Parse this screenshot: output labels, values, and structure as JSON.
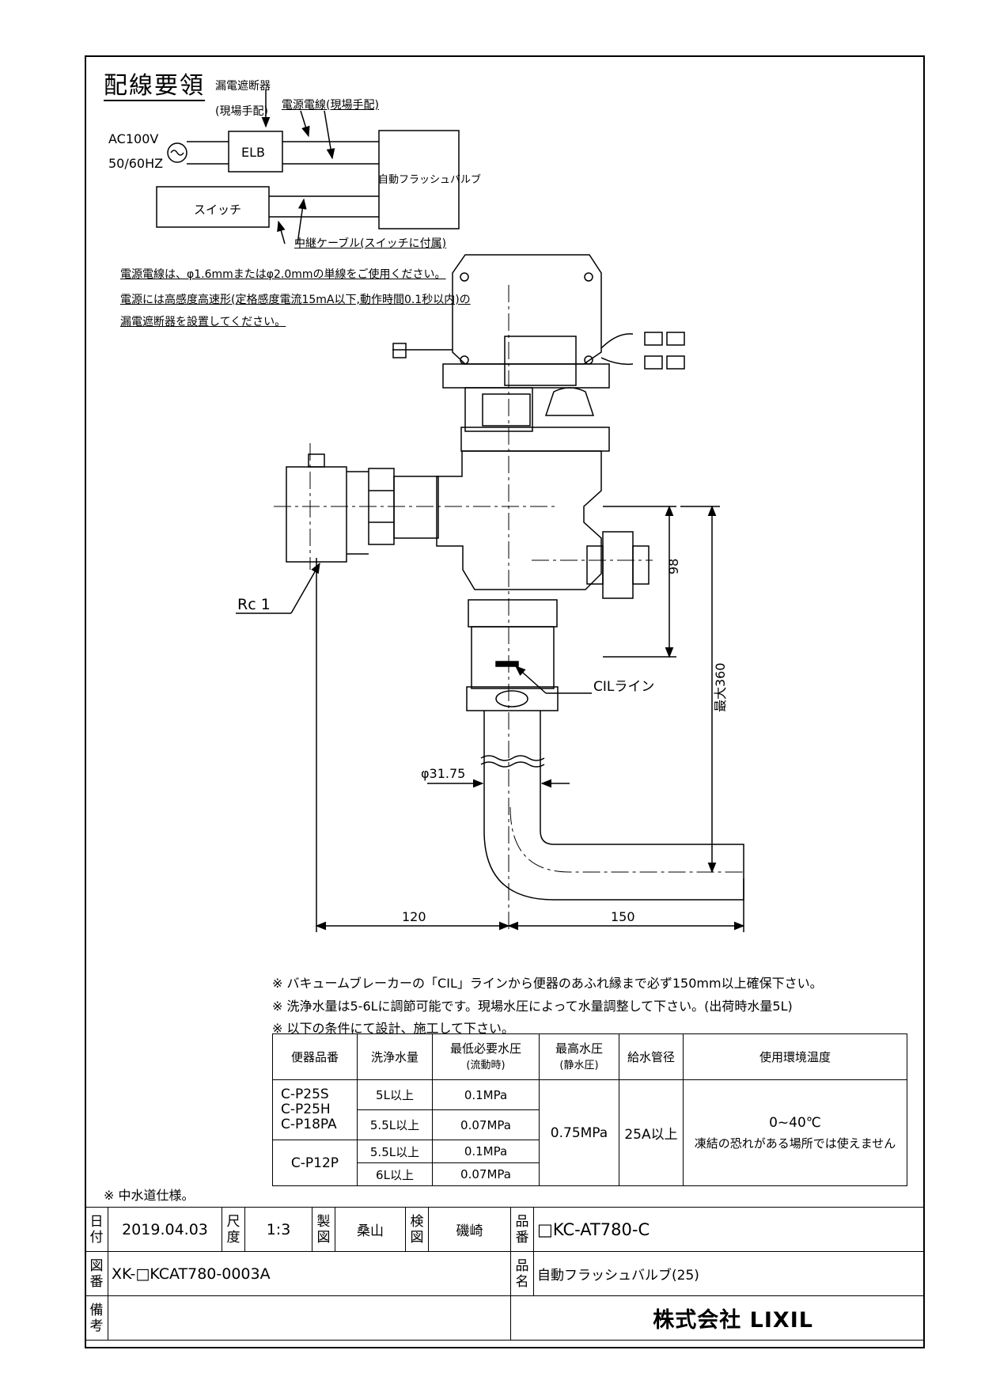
{
  "wiring": {
    "title": "配線要領",
    "elb_label_1": "漏電遮断器",
    "elb_label_2": "(現場手配)",
    "power_wire": "電源電線(現場手配)",
    "ac": "AC100V",
    "hz": "50/60HZ",
    "elb": "ELB",
    "valve": "自動フラッシュバルブ",
    "switch": "スイッチ",
    "relay_cable": "中継ケーブル(スイッチに付属)",
    "note1": "電源電線は、φ1.6mmまたはφ2.0mmの単線をご使用ください。",
    "note2": "電源には高感度高速形(定格感度電流15mA以下,動作時間0.1秒以内)の",
    "note3": "漏電遮断器を設置してください。"
  },
  "dims": {
    "rc": "Rc 1",
    "d98": "98",
    "max360": "最大360",
    "cil": "CILライン",
    "dia": "φ31.75",
    "d120": "120",
    "d150": "150"
  },
  "notes": [
    "※ バキュームブレーカーの「CIL」ラインから便器のあふれ縁まで必ず150mm以上確保下さい。",
    "※ 洗浄水量は5-6Lに調節可能です。現場水圧によって水量調整して下さい。(出荷時水量5L)",
    "※ 以下の条件にて設計、施工して下さい。"
  ],
  "spec": {
    "headers": [
      "便器品番",
      "洗浄水量",
      "最低必要水圧",
      "(流動時)",
      "最高水圧",
      "(静水圧)",
      "給水管径",
      "使用環境温度"
    ],
    "g1_models": [
      "C-P25S",
      "C-P25H",
      "C-P18PA"
    ],
    "g1_rows": [
      [
        "5L以上",
        "0.1MPa"
      ],
      [
        "5.5L以上",
        "0.07MPa"
      ]
    ],
    "g2_model": "C-P12P",
    "g2_rows": [
      [
        "5.5L以上",
        "0.1MPa"
      ],
      [
        "6L以上",
        "0.07MPa"
      ]
    ],
    "max_pressure": "0.75MPa",
    "pipe": "25A以上",
    "temp": "0~40℃",
    "temp_note": "凍結の恐れがある場所では使えません"
  },
  "graywater": "※ 中水道仕様。",
  "title_block": {
    "date_label": [
      "日",
      "付"
    ],
    "date": "2019.04.03",
    "scale_label": [
      "尺",
      "度"
    ],
    "scale": "1:3",
    "made_label": [
      "製",
      "図"
    ],
    "made": "桑山",
    "check_label": [
      "検",
      "図"
    ],
    "check": "磯崎",
    "part_label": [
      "品",
      "番"
    ],
    "part": "□KC-AT780-C",
    "drawing_label": [
      "図",
      "番"
    ],
    "drawing": "XK-□KCAT780-0003A",
    "name_label": [
      "品",
      "名"
    ],
    "name": "自動フラッシュバルブ(25)",
    "remarks_label": [
      "備",
      "考"
    ],
    "company": "株式会社 LIXIL"
  }
}
